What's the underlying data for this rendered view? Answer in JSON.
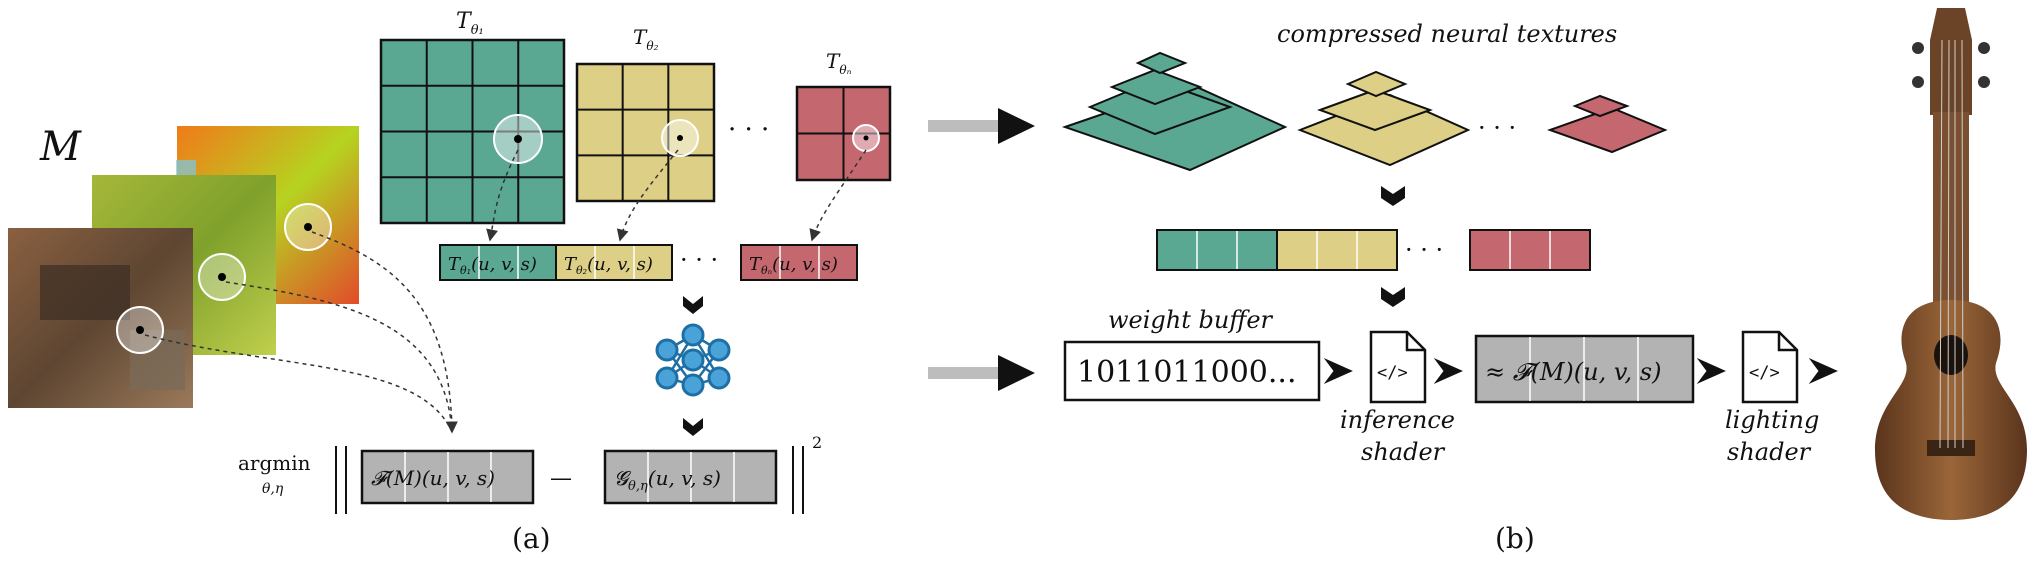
{
  "part_a": {
    "material_label": "M",
    "textures": [
      {
        "label": "T",
        "sub": "θ₁",
        "color": "#5aa792"
      },
      {
        "label": "T",
        "sub": "θ₂",
        "color": "#ddcf85"
      },
      {
        "label": "T",
        "sub": "θₙ",
        "color": "#c5676f"
      }
    ],
    "feature_cells": [
      {
        "label": "T",
        "sub": "θ₁",
        "args": "(u, v, s)"
      },
      {
        "label": "T",
        "sub": "θ₂",
        "args": "(u, v, s)"
      },
      {
        "label": "T",
        "sub": "θₙ",
        "args": "(u, v, s)"
      }
    ],
    "ellipsis": "· · ·",
    "loss": {
      "argmin": "argmin",
      "argmin_sub": "θ,η",
      "target": "𝓕(M)(u, v, s)",
      "minus": "—",
      "prediction_symbol": "𝓖",
      "prediction_sub": "θ,η",
      "prediction_args": "(u, v, s)",
      "exponent": "2"
    },
    "caption": "(a)"
  },
  "part_b": {
    "title": "compressed neural textures",
    "weight_buffer_label": "weight buffer",
    "weight_buffer_value": "1011011000...",
    "inference_label_1": "inference",
    "inference_label_2": "shader",
    "approx_output": "≈ 𝓕(M)(u, v, s)",
    "lighting_label_1": "lighting",
    "lighting_label_2": "shader",
    "shader_icon_text": "</>",
    "ellipsis": "· · ·",
    "caption": "(b)"
  },
  "colors": {
    "teal": "#5aa792",
    "yellow": "#ddcf85",
    "red": "#c5676f",
    "gray_box": "#b3b3b3",
    "arrow_gray": "#bdbdbd"
  }
}
